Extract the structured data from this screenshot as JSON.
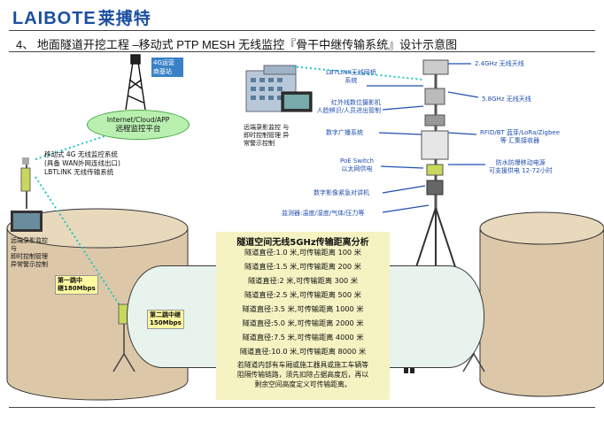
{
  "logo": {
    "latin": "LAIBOTE",
    "cn": "莱搏特"
  },
  "title": "4、 地面隧道开挖工程 –移动式 PTP MESH 无线监控『骨干中继传输系统』设计示意图",
  "left": {
    "box4g": [
      "4G运营",
      "商基站"
    ],
    "cloud": [
      "Internet/Cloud/APP",
      "远程监控平台"
    ],
    "remote_top": [
      "远端录影监控 与",
      "即时控制管理 异",
      "常警示控制"
    ],
    "system": [
      "移动式 4G 无线监控系统",
      "(具备 WAN外网连线出口)",
      "LBTLINK 无线传输系统"
    ],
    "remote_left": [
      "远端录影监控",
      "与",
      "即时控制管理",
      "异常警示控制"
    ],
    "hop1": [
      "第一跳中",
      "继180Mbps"
    ],
    "hop2": [
      "第二跳中继",
      "150Mbps"
    ]
  },
  "device": {
    "bridge": [
      "LBTLINK无线网桥",
      "系统"
    ],
    "camera": [
      "红外线数位摄影机",
      "人脸辨识/人员进出管制"
    ],
    "broadcast": "数字广播系统",
    "poe": [
      "PoE Switch",
      "以太网供电"
    ],
    "intercom": "数字影像紧急对讲机",
    "sensor": "监测器:温度/湿度/气体/压力等",
    "ant24": "2.4GHz 无线天线",
    "ant58": "5.8GHz 无线天线",
    "rfid": [
      "RFID/BT 蓝芽/LoRa/Zigbee",
      "等 汇集接收器"
    ],
    "power": [
      "防水防爆移动电源",
      "可支援供电 12-72小时"
    ]
  },
  "analysis": {
    "title": "隧道空间无线5GHz传输距离分析",
    "rows": [
      "隧道直径:1.0 米,可传输距离 100 米",
      "隧道直径:1.5 米,可传输距离 200 米",
      "隧道直径:2 米,可传输距离 300 米",
      "隧道直径:2.5 米,可传输距离 500 米",
      "隧道直径:3.5 米,可传输距离 1000 米",
      "隧道直径:5.0 米,可传输距离 2000 米",
      "隧道直径:7.5 米,可传输距离 4000 米",
      "隧道直径:10.0 米,可传输距离 8000 米"
    ],
    "note": [
      "若隧道内部有车厢或施工器具或施工车辆等",
      "阻隔传输链路，须先扣除占据高度后，再以",
      "剩余空间高度定义可传输距离。"
    ]
  },
  "colors": {
    "accent": "#1f4fb0",
    "cloud": "#b9f0b0",
    "link": "#21c8c0",
    "tunnel": "#dcc8a8"
  }
}
